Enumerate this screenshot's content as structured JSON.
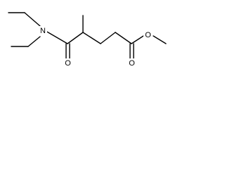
{
  "molecule": {
    "atoms": {
      "nitrogen": "N",
      "amide_oxygen": "O",
      "ester_carbonyl_oxygen": "O",
      "ester_ether_oxygen": "O"
    },
    "colors": {
      "bond": "#000000",
      "label": "#000000",
      "background": "#ffffff"
    }
  }
}
